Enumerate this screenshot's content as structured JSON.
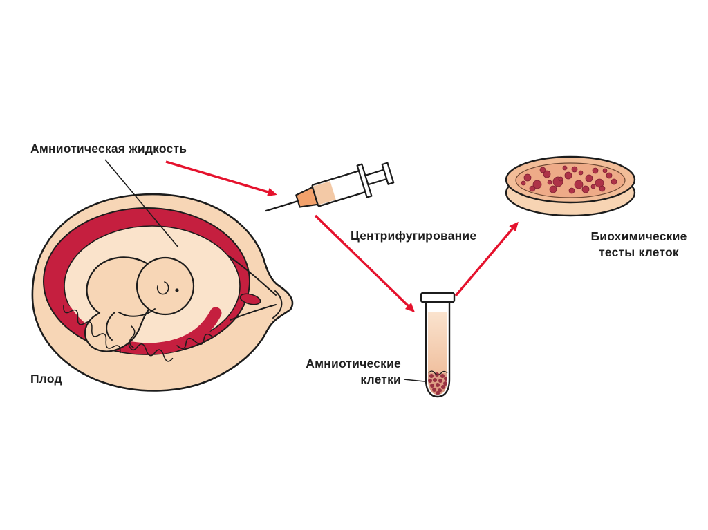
{
  "labels": {
    "amniotic_fluid": "Амниотическая жидкость",
    "fetus": "Плод",
    "centrifugation": "Центрифугирование",
    "amniotic_cells_line1": "Амниотические",
    "amniotic_cells_line2": "клетки",
    "biochemical_line1": "Биохимические",
    "biochemical_line2": "тесты клеток"
  },
  "colors": {
    "outline": "#1c1c1c",
    "arrow_red": "#e5122d",
    "skin_light": "#f7d6b6",
    "skin_pale": "#fae3cb",
    "skin_mid": "#f3c9a6",
    "placenta_red": "#c51f3f",
    "hub_orange": "#f2a16b",
    "cell_dark": "#993242",
    "colony_red": "#ae3348",
    "dish_top": "#f2bd98",
    "dish_side": "#f7d4b3",
    "dish_agar": "#eeab88"
  }
}
